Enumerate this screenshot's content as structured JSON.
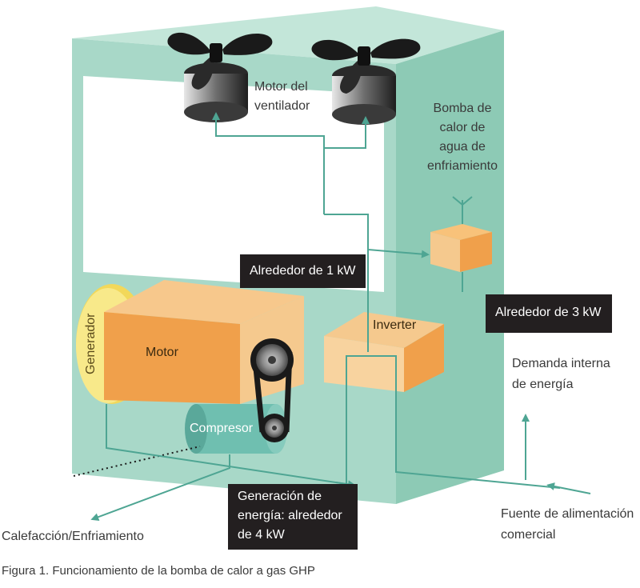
{
  "labels": {
    "fan_motor": [
      "Motor del",
      "ventilador"
    ],
    "water_pump": [
      "Bomba de",
      "calor de",
      "agua de",
      "enfriamiento"
    ],
    "demand": [
      "Demanda interna",
      "de energía"
    ],
    "commercial": [
      "Fuente de alimentación",
      "comercial"
    ],
    "heating": "Calefacción/Enfriamiento",
    "generator": "Generador",
    "motor": "Motor",
    "compressor": "Compresor",
    "inverter": "Inverter"
  },
  "callouts": {
    "approx_1kw": "Alrededor de 1 kW",
    "approx_3kw": "Alrededor de 3 kW",
    "generation": [
      "Generación de",
      "energía: alrededor",
      "de 4 kW"
    ]
  },
  "caption": "Figura 1. Funcionamiento de la bomba de calor a gas GHP",
  "colors": {
    "cabinet_front": "#a8d8c8",
    "cabinet_side": "#8dcab5",
    "cabinet_top": "#c3e6d9",
    "motor_orange": "#f0a04b",
    "motor_light": "#f5c98e",
    "generator_yellow": "#f8e98a",
    "compressor_teal": "#6fbfb0",
    "arrow": "#4ea593",
    "callout_bg": "#231f20"
  }
}
